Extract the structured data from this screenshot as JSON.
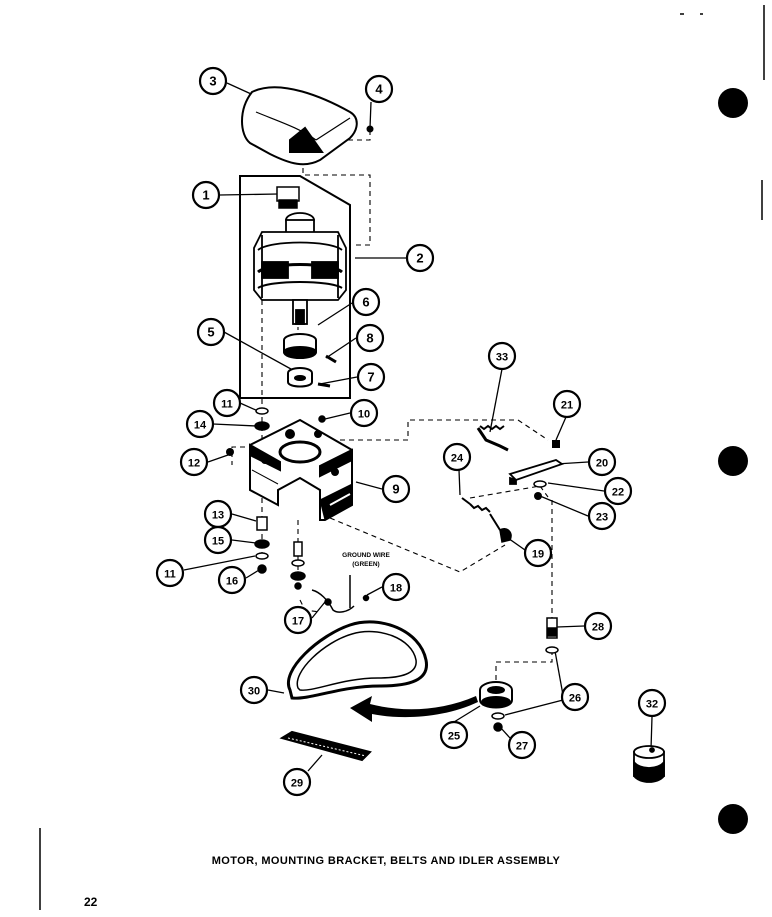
{
  "callouts": [
    {
      "id": "c3",
      "text": "3"
    },
    {
      "id": "c4",
      "text": "4"
    },
    {
      "id": "c1",
      "text": "1"
    },
    {
      "id": "c2",
      "text": "2"
    },
    {
      "id": "c6",
      "text": "6"
    },
    {
      "id": "c5",
      "text": "5"
    },
    {
      "id": "c8",
      "text": "8"
    },
    {
      "id": "c7",
      "text": "7"
    },
    {
      "id": "c11a",
      "text": "11"
    },
    {
      "id": "c10",
      "text": "10"
    },
    {
      "id": "c14",
      "text": "14"
    },
    {
      "id": "c12",
      "text": "12"
    },
    {
      "id": "c9",
      "text": "9"
    },
    {
      "id": "c13",
      "text": "13"
    },
    {
      "id": "c15",
      "text": "15"
    },
    {
      "id": "c11b",
      "text": "11"
    },
    {
      "id": "c16",
      "text": "16"
    },
    {
      "id": "c17",
      "text": "17"
    },
    {
      "id": "c18",
      "text": "18"
    },
    {
      "id": "c33",
      "text": "33"
    },
    {
      "id": "c21",
      "text": "21"
    },
    {
      "id": "c24",
      "text": "24"
    },
    {
      "id": "c20",
      "text": "20"
    },
    {
      "id": "c22",
      "text": "22"
    },
    {
      "id": "c23",
      "text": "23"
    },
    {
      "id": "c19",
      "text": "19"
    },
    {
      "id": "c28",
      "text": "28"
    },
    {
      "id": "c30",
      "text": "30"
    },
    {
      "id": "c26",
      "text": "26"
    },
    {
      "id": "c25",
      "text": "25"
    },
    {
      "id": "c27",
      "text": "27"
    },
    {
      "id": "c32",
      "text": "32"
    },
    {
      "id": "c29",
      "text": "29"
    }
  ],
  "ground_wire": {
    "line1": "GROUND WIRE",
    "line2": "(GREEN)"
  },
  "title": "MOTOR, MOUNTING BRACKET, BELTS AND IDLER ASSEMBLY",
  "page_number": "22"
}
